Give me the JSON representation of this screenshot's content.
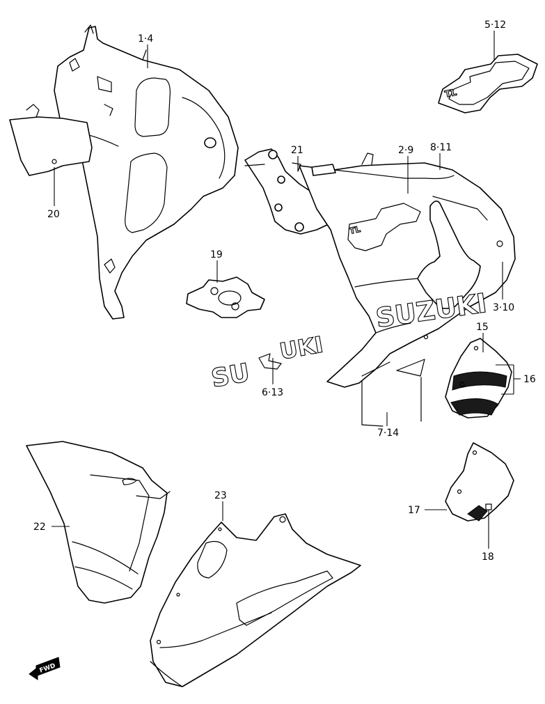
{
  "callouts": {
    "c_1_4": "1·4",
    "c_5_12": "5·12",
    "c_20": "20",
    "c_21": "21",
    "c_2_9": "2·9",
    "c_8_11": "8·11",
    "c_19": "19",
    "c_3_10": "3·10",
    "c_15": "15",
    "c_16": "16",
    "c_6_13": "6·13",
    "c_7_14": "7·14",
    "c_22": "22",
    "c_23": "23",
    "c_17": "17",
    "c_18": "18"
  },
  "decals": {
    "suzuki_on_fairing": "SUZUKI",
    "suzuki_loose_left": "SU",
    "suzuki_loose_right": "UKI",
    "tl_small": "TL",
    "fwd_badge": "FWD"
  }
}
